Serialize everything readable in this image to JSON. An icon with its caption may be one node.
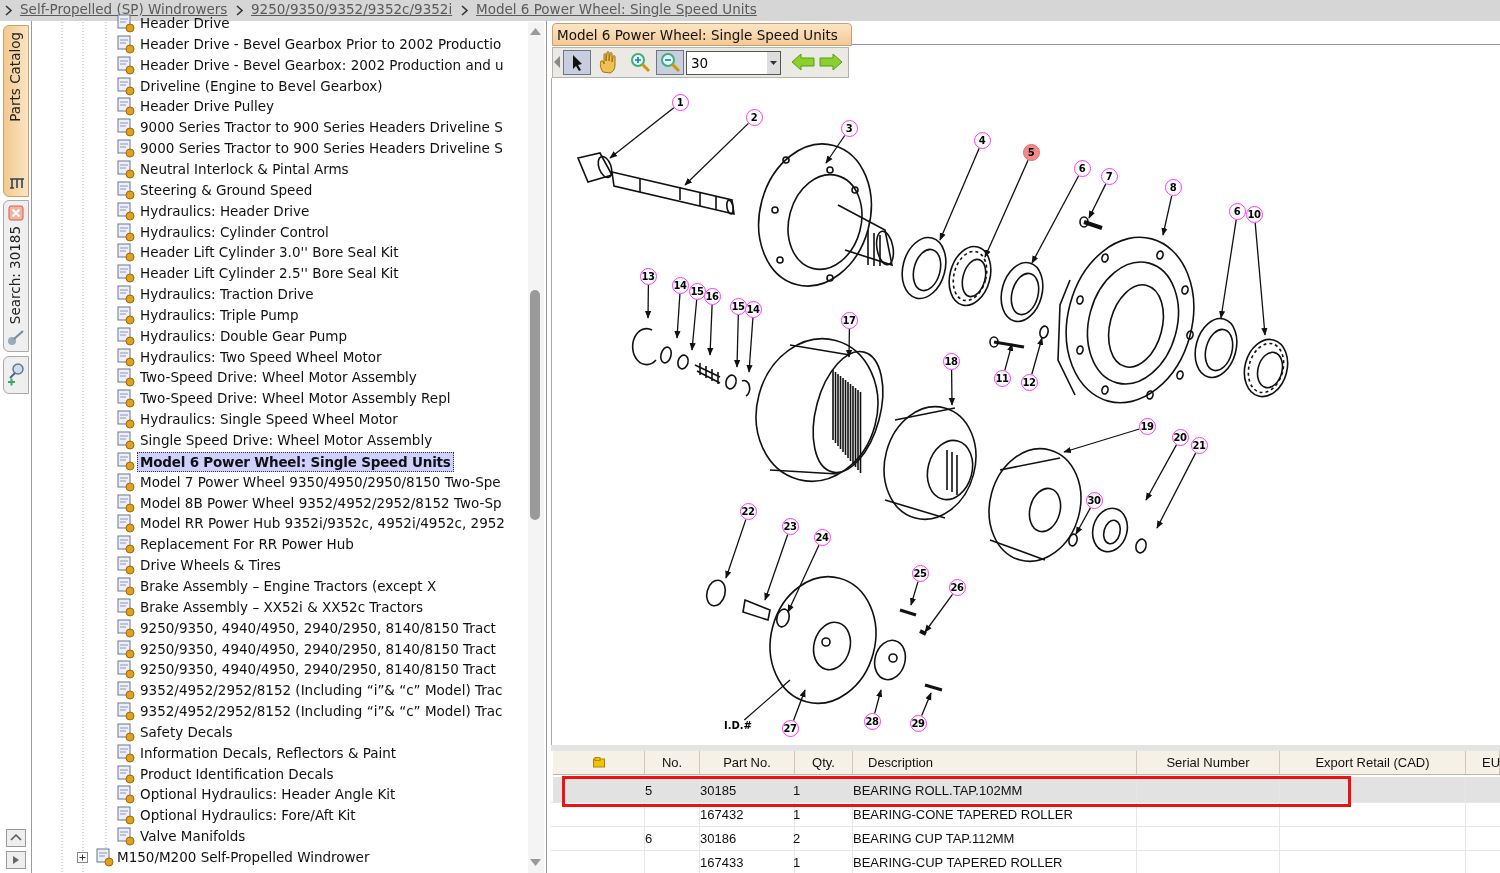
{
  "diagram": {
    "title": "Model 6 Power Wheel: Single Speed Units",
    "nodes": [
      {
        "text": [
          "1"
        ]
      },
      {
        "text": [
          "2"
        ]
      },
      {
        "text": [
          "3"
        ]
      },
      {
        "text": [
          "4"
        ]
      },
      {
        "text": [
          "5"
        ]
      },
      {
        "text": [
          "6"
        ]
      },
      {
        "text": [
          "7"
        ]
      },
      {
        "text": [
          "8"
        ]
      },
      {
        "text": [
          "6"
        ]
      },
      {
        "text": [
          "10"
        ]
      },
      {
        "text": [
          "13"
        ]
      },
      {
        "text": [
          "14"
        ]
      },
      {
        "text": [
          "15"
        ]
      },
      {
        "text": [
          "16"
        ]
      },
      {
        "text": [
          "15"
        ]
      },
      {
        "text": [
          "14"
        ]
      },
      {
        "text": [
          "17"
        ]
      },
      {
        "text": [
          "18"
        ]
      },
      {
        "text": [
          "11"
        ]
      },
      {
        "text": [
          "12"
        ]
      },
      {
        "text": [
          "19"
        ]
      },
      {
        "text": [
          "20"
        ]
      },
      {
        "text": [
          "21"
        ]
      },
      {
        "text": [
          "30"
        ]
      },
      {
        "text": [
          "22"
        ]
      },
      {
        "text": [
          "23"
        ]
      },
      {
        "text": [
          "24"
        ]
      },
      {
        "text": [
          "25"
        ]
      },
      {
        "text": [
          "26"
        ]
      },
      {
        "text": [
          "I.D.#"
        ]
      },
      {
        "text": [
          "27"
        ]
      },
      {
        "text": [
          "28"
        ]
      },
      {
        "text": [
          "29"
        ]
      }
    ],
    "edges": [
      {
        "from": 0,
        "to": null,
        "arrow": "to"
      },
      {
        "from": 1,
        "to": null,
        "arrow": "to"
      },
      {
        "from": 2,
        "to": null,
        "arrow": "to"
      },
      {
        "from": 3,
        "to": null,
        "arrow": "to"
      },
      {
        "from": 4,
        "to": null,
        "arrow": "to"
      },
      {
        "from": 5,
        "to": null,
        "arrow": "to"
      },
      {
        "from": 6,
        "to": null,
        "arrow": "to"
      },
      {
        "from": 7,
        "to": null,
        "arrow": "to"
      },
      {
        "from": 8,
        "to": null,
        "arrow": "to"
      },
      {
        "from": 9,
        "to": null,
        "arrow": "to"
      },
      {
        "from": 10,
        "to": null,
        "arrow": "to"
      },
      {
        "from": 11,
        "to": null,
        "arrow": "to"
      },
      {
        "from": 12,
        "to": null,
        "arrow": "to"
      },
      {
        "from": 13,
        "to": null,
        "arrow": "to"
      },
      {
        "from": 14,
        "to": null,
        "arrow": "to"
      },
      {
        "from": 15,
        "to": null,
        "arrow": "to"
      },
      {
        "from": 16,
        "to": null,
        "arrow": "to"
      },
      {
        "from": 17,
        "to": null,
        "arrow": "to"
      },
      {
        "from": 18,
        "to": null,
        "arrow": "to"
      },
      {
        "from": 19,
        "to": null,
        "arrow": "to"
      },
      {
        "from": 20,
        "to": null,
        "arrow": "to"
      },
      {
        "from": 21,
        "to": null,
        "arrow": "to"
      },
      {
        "from": 22,
        "to": null,
        "arrow": "to"
      },
      {
        "from": 23,
        "to": null,
        "arrow": "to"
      },
      {
        "from": 24,
        "to": null,
        "arrow": "to"
      },
      {
        "from": 25,
        "to": null,
        "arrow": "to"
      },
      {
        "from": 26,
        "to": null,
        "arrow": "to"
      },
      {
        "from": 27,
        "to": null,
        "arrow": "to"
      },
      {
        "from": 28,
        "to": null,
        "arrow": "to"
      },
      {
        "from": 29,
        "to": null,
        "arrow": "none"
      },
      {
        "from": 30,
        "to": null,
        "arrow": "to"
      },
      {
        "from": 31,
        "to": null,
        "arrow": "to"
      },
      {
        "from": 32,
        "to": null,
        "arrow": "to"
      }
    ],
    "labels": [
      "Self-Propelled (SP) Windrowers",
      "9250/9350/9352/9352c/9352i",
      "Model 6 Power Wheel: Single Speed Units",
      "Parts Catalog",
      "Search: 30185",
      "Header Drive",
      "Header Drive - Bevel Gearbox Prior to 2002 Productio",
      "Header Drive - Bevel Gearbox: 2002 Production and u",
      "Driveline (Engine to Bevel Gearbox)",
      "Header Drive Pulley",
      "9000 Series Tractor to 900 Series Headers Driveline S",
      "9000 Series Tractor to 900 Series Headers Driveline S",
      "Neutral Interlock & Pintal Arms",
      "Steering & Ground Speed",
      "Hydraulics: Header Drive",
      "Hydraulics: Cylinder Control",
      "Header Lift Cylinder 3.0'' Bore Seal Kit",
      "Header Lift Cylinder 2.5'' Bore Seal Kit",
      "Hydraulics: Traction Drive",
      "Hydraulics: Triple Pump",
      "Hydraulics: Double Gear Pump",
      "Hydraulics: Two Speed Wheel Motor",
      "Two-Speed Drive: Wheel Motor Assembly",
      "Two-Speed Drive: Wheel Motor Assembly Repl",
      "Hydraulics: Single Speed Wheel Motor",
      "Single Speed Drive: Wheel Motor Assembly",
      "Model 6 Power Wheel: Single Speed Units",
      "Model 7 Power Wheel 9350/4950/2950/8150 Two-Spe",
      "Model 8B Power Wheel 9352/4952/2952/8152 Two-Sp",
      "Model RR Power Hub 9352i/9352c, 4952i/4952c, 2952",
      "Replacement For RR Power Hub",
      "Drive Wheels & Tires",
      "Brake Assembly – Engine Tractors (except X",
      "Brake Assembly – XX52i & XX52c Tractors",
      "9250/9350, 4940/4950, 2940/2950, 8140/8150 Tract",
      "9250/9350, 4940/4950, 2940/2950, 8140/8150 Tract",
      "9250/9350, 4940/4950, 2940/2950, 8140/8150 Tract",
      "9352/4952/2952/8152 (Including “i”& “c” Model) Trac",
      "9352/4952/2952/8152 (Including “i”& “c” Model) Trac",
      "Safety Decals",
      "Information Decals, Reflectors & Paint",
      "Product Identification Decals",
      "Optional Hydraulics: Header Angle Kit",
      "Optional Hydraulics: Fore/Aft Kit",
      "Valve Manifolds",
      "M150/M200 Self-Propelled Windrower",
      "30",
      "No.",
      "Part No.",
      "Qty.",
      "Description",
      "Serial Number",
      "Export Retail (CAD)",
      "EU",
      "5",
      "30185",
      "1",
      "BEARING ROLL.TAP.102MM",
      "167432",
      "1",
      "BEARING-CONE TAPERED ROLLER",
      "6",
      "30186",
      "2",
      "BEARING CUP TAP.112MM",
      "167433",
      "1",
      "BEARING-CUP TAPERED ROLLER"
    ]
  }
}
